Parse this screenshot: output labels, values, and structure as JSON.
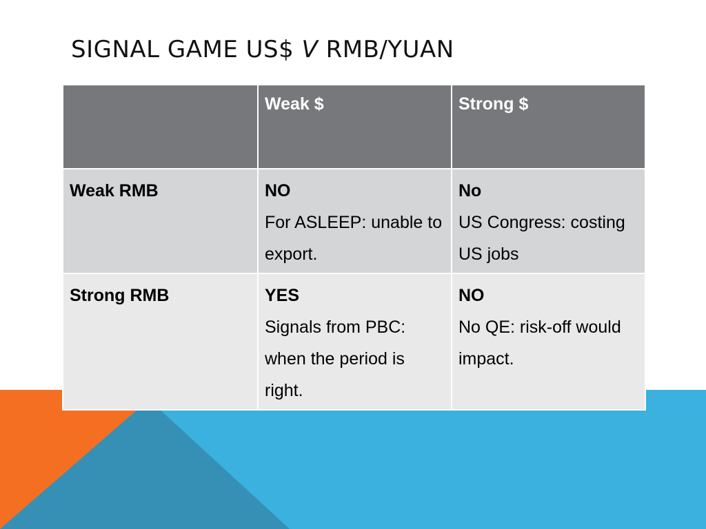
{
  "slide": {
    "title_main": "SIGNAL GAME US$ ",
    "title_italic": "V",
    "title_end": " RMB/YUAN"
  },
  "table": {
    "headers": [
      "",
      "Weak $",
      "Strong $"
    ],
    "rows": [
      {
        "label": "Weak RMB",
        "cells": [
          {
            "head": "NO",
            "text": "For ASLEEP: unable to export."
          },
          {
            "head": "No",
            "text": "US Congress: costing US jobs"
          }
        ]
      },
      {
        "label": "Strong RMB",
        "cells": [
          {
            "head": "YES",
            "text": "Signals from PBC: when the period is right."
          },
          {
            "head": "NO",
            "text": "No QE: risk-off would impact."
          }
        ]
      }
    ]
  },
  "colors": {
    "header_bg": "#77787b",
    "row_odd_bg": "#d4d5d6",
    "row_even_bg": "#e9e9ea",
    "accent_blue": "#3ab1df",
    "accent_orange": "#f46f21",
    "accent_teal": "#3690b5"
  }
}
